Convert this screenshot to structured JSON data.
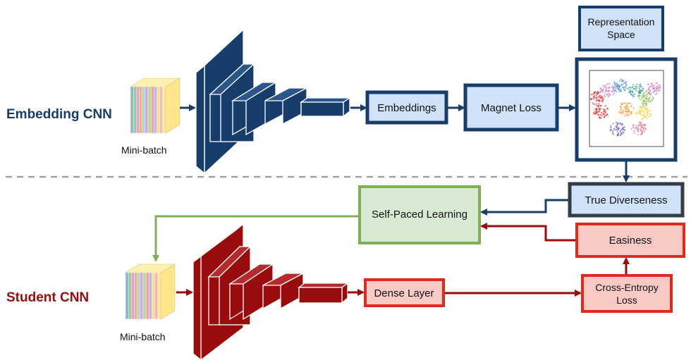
{
  "rows": {
    "embedding": {
      "title": "Embedding CNN",
      "minibatch_label": "Mini-batch",
      "embeddings_label": "Embeddings",
      "magnet_loss_label": "Magnet Loss",
      "representation_space_line1": "Representation",
      "representation_space_line2": "Space"
    },
    "student": {
      "title": "Student CNN",
      "minibatch_label": "Mini-batch",
      "dense_layer_label": "Dense Layer",
      "cross_entropy_line1": "Cross-Entropy",
      "cross_entropy_line2": "Loss"
    }
  },
  "middle": {
    "true_diverseness_label": "True Diverseness",
    "self_paced_learning_label": "Self-Paced Learning",
    "easiness_label": "Easiness"
  },
  "colors": {
    "embedding_dark": "#173d6a",
    "embedding_fill": "#cfe2f7",
    "student_dark": "#9a0b0b",
    "student_box_border": "#e02a1c",
    "student_fill": "#f9c9c6",
    "spl_border": "#7fb058",
    "spl_fill": "#d9ead3",
    "true_div_border": "#333e48",
    "divider": "#a0a0a0"
  },
  "minibatch_stripe_colors": [
    "#8fb4e3",
    "#93d08a",
    "#e4a0d8",
    "#f2b085",
    "#a5d9c9",
    "#d9a3e8",
    "#b3dd8b",
    "#f0a5a5",
    "#c7b3e6",
    "#f6e08c",
    "#f7b8b8",
    "#ffe8a0"
  ],
  "cluster_colors": [
    "#e8343b",
    "#d38ac5",
    "#5a9ad6",
    "#3a9e8f",
    "#8fbf5a",
    "#f39c3b",
    "#f4d53a",
    "#7b6bd1",
    "#e87fa1"
  ]
}
